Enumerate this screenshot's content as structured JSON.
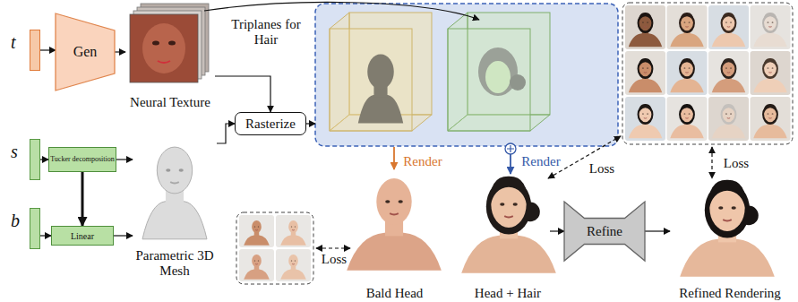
{
  "diagram": {
    "nodes": [
      {
        "text": [
          "t"
        ]
      },
      {
        "text": [
          "Gen"
        ]
      },
      {
        "text": [
          "Neural Texture"
        ]
      },
      {
        "text": [
          "s"
        ]
      },
      {
        "text": [
          "Tucker decomposition"
        ]
      },
      {
        "text": [
          "b"
        ]
      },
      {
        "text": [
          "Linear"
        ]
      },
      {
        "text": [
          "Parametric 3D Mesh"
        ]
      },
      {
        "text": [
          "Rasterize"
        ]
      },
      {
        "text": [
          "Bald Head"
        ]
      },
      {
        "text": [
          "Head + Hair"
        ]
      },
      {
        "text": [
          "Refine"
        ]
      },
      {
        "text": [
          "Refined Rendering"
        ]
      }
    ],
    "edges": [
      {
        "from": 0,
        "to": 1,
        "arrow": "to"
      },
      {
        "from": 1,
        "to": 2,
        "arrow": "to"
      },
      {
        "from": 3,
        "to": 4,
        "arrow": "to"
      },
      {
        "from": 4,
        "to": 6,
        "arrow": "to"
      },
      {
        "from": 5,
        "to": 6,
        "arrow": "to"
      },
      {
        "from": 4,
        "to": 7,
        "arrow": "to"
      },
      {
        "from": 6,
        "to": 7,
        "arrow": "to"
      },
      {
        "from": 2,
        "to": 8,
        "arrow": "to"
      },
      {
        "from": 7,
        "to": 8,
        "arrow": "to"
      },
      {
        "from": 10,
        "to": 11,
        "arrow": "to"
      },
      {
        "from": 11,
        "to": 12,
        "arrow": "to"
      }
    ],
    "labels": [
      "Triplanes for Hair",
      "Render",
      "Render",
      "Loss",
      "Loss",
      "Loss"
    ]
  }
}
